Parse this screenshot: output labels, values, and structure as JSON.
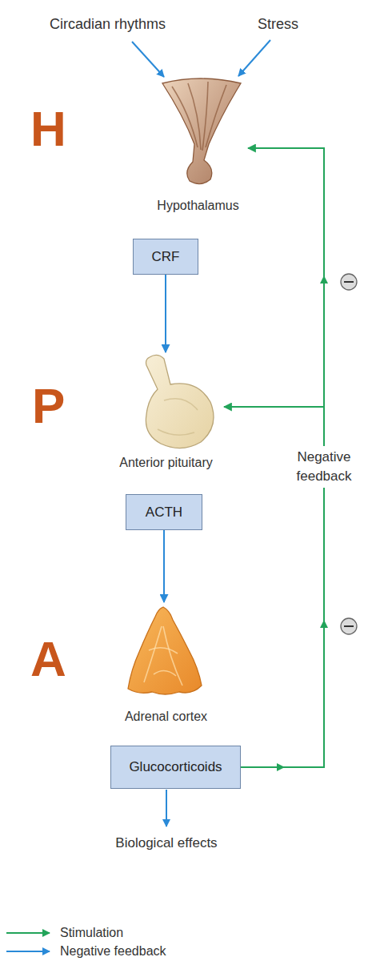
{
  "diagram": {
    "nodes": [
      {
        "text": [
          "Hypothalamus"
        ]
      },
      {
        "text": [
          "CRF"
        ]
      },
      {
        "text": [
          "Anterior pituitary"
        ]
      },
      {
        "text": [
          "ACTH"
        ]
      },
      {
        "text": [
          "Adrenal cortex"
        ]
      },
      {
        "text": [
          "Glucocorticoids"
        ]
      }
    ],
    "edges": [
      {
        "from": 1,
        "to": 2,
        "arrow": "to"
      },
      {
        "from": 3,
        "to": 4,
        "arrow": "to"
      },
      {
        "from": 5,
        "to": 2,
        "arrow": "to"
      },
      {
        "from": 5,
        "to": 0,
        "arrow": "to"
      }
    ],
    "labels": [
      "Circadian rhythms",
      "Stress",
      "H",
      "P",
      "A",
      "Negative feedback",
      "Biological effects"
    ],
    "legend": [
      {
        "text": "Stimulation"
      },
      {
        "text": "Negative feedback"
      }
    ]
  }
}
